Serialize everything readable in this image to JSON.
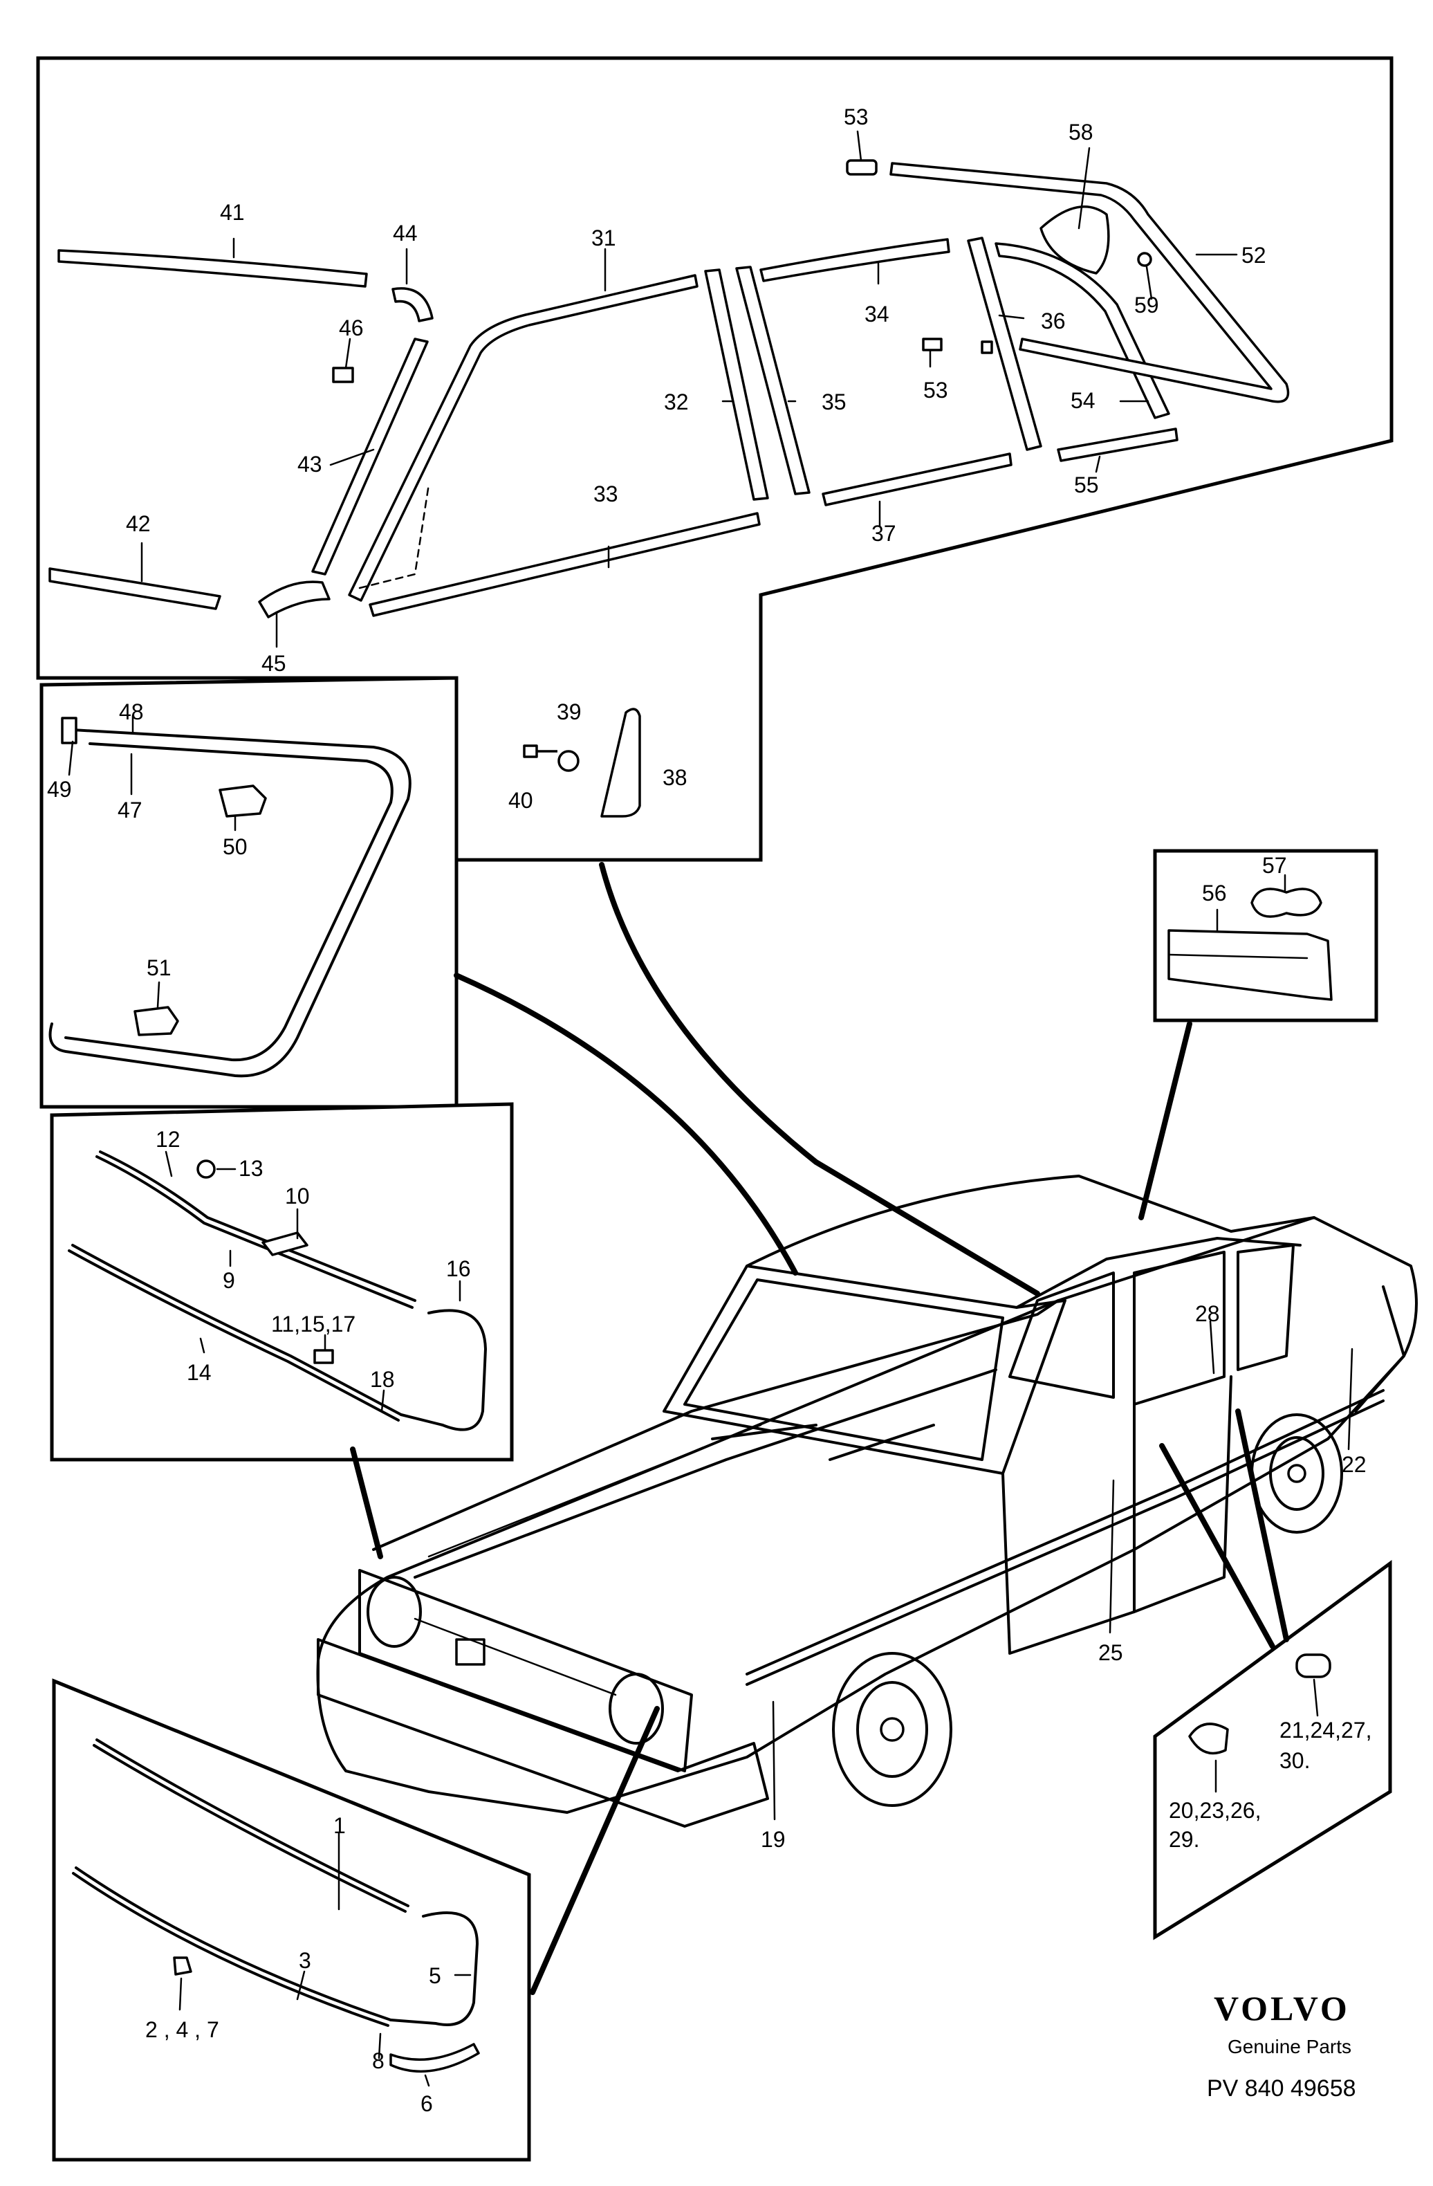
{
  "labels": {
    "l1": "1",
    "l247": "2 , 4 , 7",
    "l3": "3",
    "l5": "5",
    "l6": "6",
    "l8": "8",
    "l9": "9",
    "l10": "10",
    "l111517": "11,15,17",
    "l12": "12",
    "l13": "13",
    "l14": "14",
    "l16": "16",
    "l18": "18",
    "l19": "19",
    "l20a": "20,23,26,",
    "l20b": "29.",
    "l21a": "21,24,27,",
    "l21b": "30.",
    "l22": "22",
    "l25": "25",
    "l28": "28",
    "l31": "31",
    "l32": "32",
    "l33": "33",
    "l34": "34",
    "l35": "35",
    "l36": "36",
    "l37": "37",
    "l38": "38",
    "l39": "39",
    "l40": "40",
    "l41": "41",
    "l42": "42",
    "l43": "43",
    "l44": "44",
    "l45": "45",
    "l46": "46",
    "l47": "47",
    "l48": "48",
    "l49": "49",
    "l50": "50",
    "l51": "51",
    "l52": "52",
    "l53a": "53",
    "l53b": "53",
    "l54": "54",
    "l55": "55",
    "l56": "56",
    "l57": "57",
    "l58": "58",
    "l59": "59"
  },
  "brand": {
    "logo": "VOLVO",
    "subtitle": "Genuine Parts",
    "code": "PV 840 49658"
  }
}
